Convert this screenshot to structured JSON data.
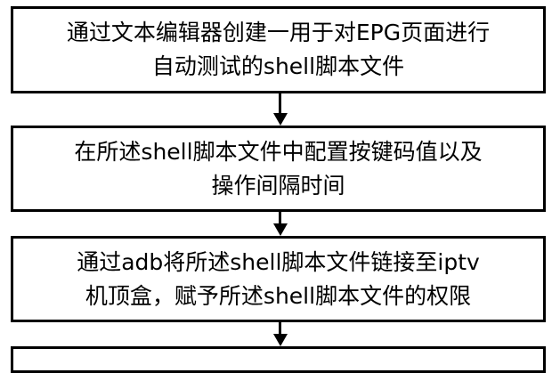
{
  "flowchart": {
    "steps": [
      {
        "lines": [
          "通过文本编辑器创建一用于对EPG页面进行",
          "自动测试的shell脚本文件"
        ]
      },
      {
        "lines": [
          "在所述shell脚本文件中配置按键码值以及",
          "操作间隔时间"
        ]
      },
      {
        "lines": [
          "通过adb将所述shell脚本文件链接至iptv",
          "机顶盒，赋予所述shell脚本文件的权限"
        ]
      }
    ],
    "connector": "down-arrow",
    "colors": {
      "border": "#000000",
      "text": "#000000",
      "background": "#ffffff"
    }
  }
}
